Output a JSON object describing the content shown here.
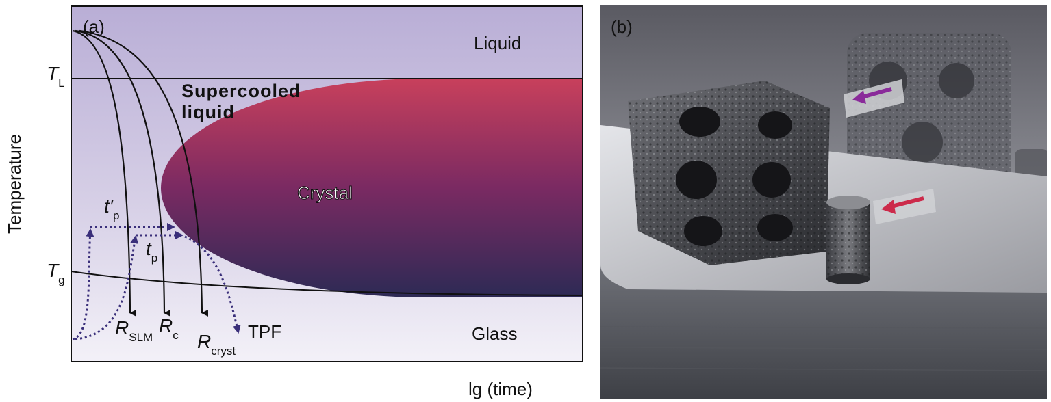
{
  "panel_a": {
    "letter": "(a)",
    "y_axis_label": "Temperature",
    "x_axis_label": "lg (time)",
    "regions": {
      "liquid": "Liquid",
      "supercooled_line1": "Supercooled",
      "supercooled_line2": "liquid",
      "crystal": "Crystal",
      "glass": "Glass"
    },
    "temperatures": {
      "tl": {
        "symbol": "T",
        "subscript": "L"
      },
      "tg": {
        "symbol": "T",
        "subscript": "g"
      }
    },
    "times": {
      "tp_prime": {
        "symbol": "t′",
        "subscript": "p"
      },
      "tp": {
        "symbol": "t",
        "subscript": "p"
      }
    },
    "rates": {
      "slm": {
        "symbol": "R",
        "subscript": "SLM"
      },
      "c": {
        "symbol": "R",
        "subscript": "c"
      },
      "cryst": {
        "symbol": "R",
        "subscript": "cryst"
      }
    },
    "tpf": "TPF",
    "colors": {
      "liquid_top": "#b9aed6",
      "glass_bottom": "#f3f1f8",
      "crystal_top": "#c8405c",
      "crystal_bottom": "#2d2a55",
      "dotted_path": "#3a2f7a"
    }
  },
  "panel_b": {
    "letter": "(b)",
    "colors": {
      "arrow_lattice": "#8a2a9a",
      "arrow_cylinder": "#cc2a4a"
    }
  }
}
